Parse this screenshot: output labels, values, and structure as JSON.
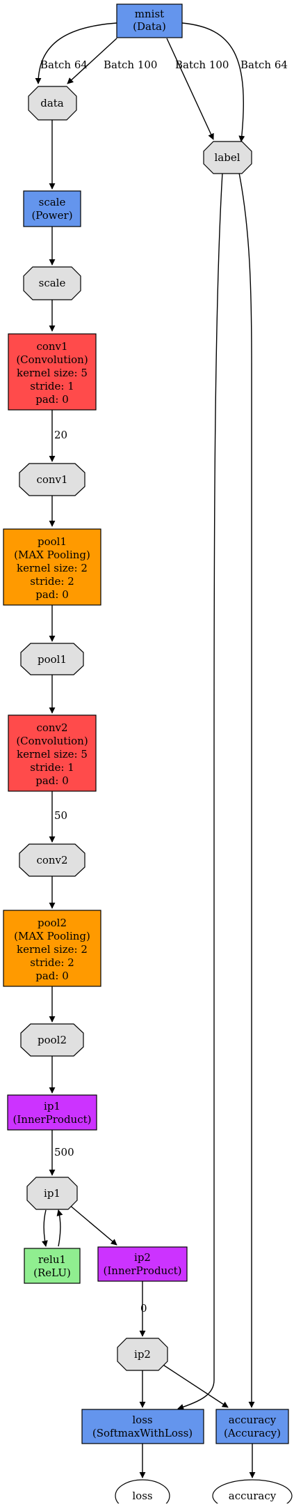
{
  "colors": {
    "data_layer": "#6495ED",
    "power_layer": "#6495ED",
    "convolution": "#FF4B4B",
    "pooling": "#FF9A00",
    "inner_product": "#CC33FF",
    "relu": "#90EE90",
    "loss_layer": "#6495ED",
    "blob": "#E0E0E0",
    "output": "#FFFFFF"
  },
  "layers": {
    "mnist": [
      "mnist",
      "(Data)"
    ],
    "scale": [
      "scale",
      "(Power)"
    ],
    "conv1": [
      "conv1",
      "(Convolution)",
      "kernel size: 5",
      "stride: 1",
      "pad: 0"
    ],
    "pool1": [
      "pool1",
      "(MAX Pooling)",
      "kernel size: 2",
      "stride: 2",
      "pad: 0"
    ],
    "conv2": [
      "conv2",
      "(Convolution)",
      "kernel size: 5",
      "stride: 1",
      "pad: 0"
    ],
    "pool2": [
      "pool2",
      "(MAX Pooling)",
      "kernel size: 2",
      "stride: 2",
      "pad: 0"
    ],
    "ip1": [
      "ip1",
      "(InnerProduct)"
    ],
    "relu1": [
      "relu1",
      "(ReLU)"
    ],
    "ip2": [
      "ip2",
      "(InnerProduct)"
    ],
    "loss": [
      "loss",
      "(SoftmaxWithLoss)"
    ],
    "accuracy": [
      "accuracy",
      "(Accuracy)"
    ]
  },
  "blobs": {
    "data": "data",
    "label": "label",
    "scale": "scale",
    "conv1": "conv1",
    "pool1": "pool1",
    "conv2": "conv2",
    "pool2": "pool2",
    "ip1": "ip1",
    "ip2": "ip2"
  },
  "outputs": {
    "loss": "loss",
    "accuracy": "accuracy"
  },
  "edge_labels": {
    "batch_64_data": "Batch 64",
    "batch_100_data": "Batch 100",
    "batch_100_label": "Batch 100",
    "batch_64_label": "Batch 64",
    "conv1_out": "20",
    "conv2_out": "50",
    "ip1_out": "500",
    "ip2_out": "0"
  }
}
